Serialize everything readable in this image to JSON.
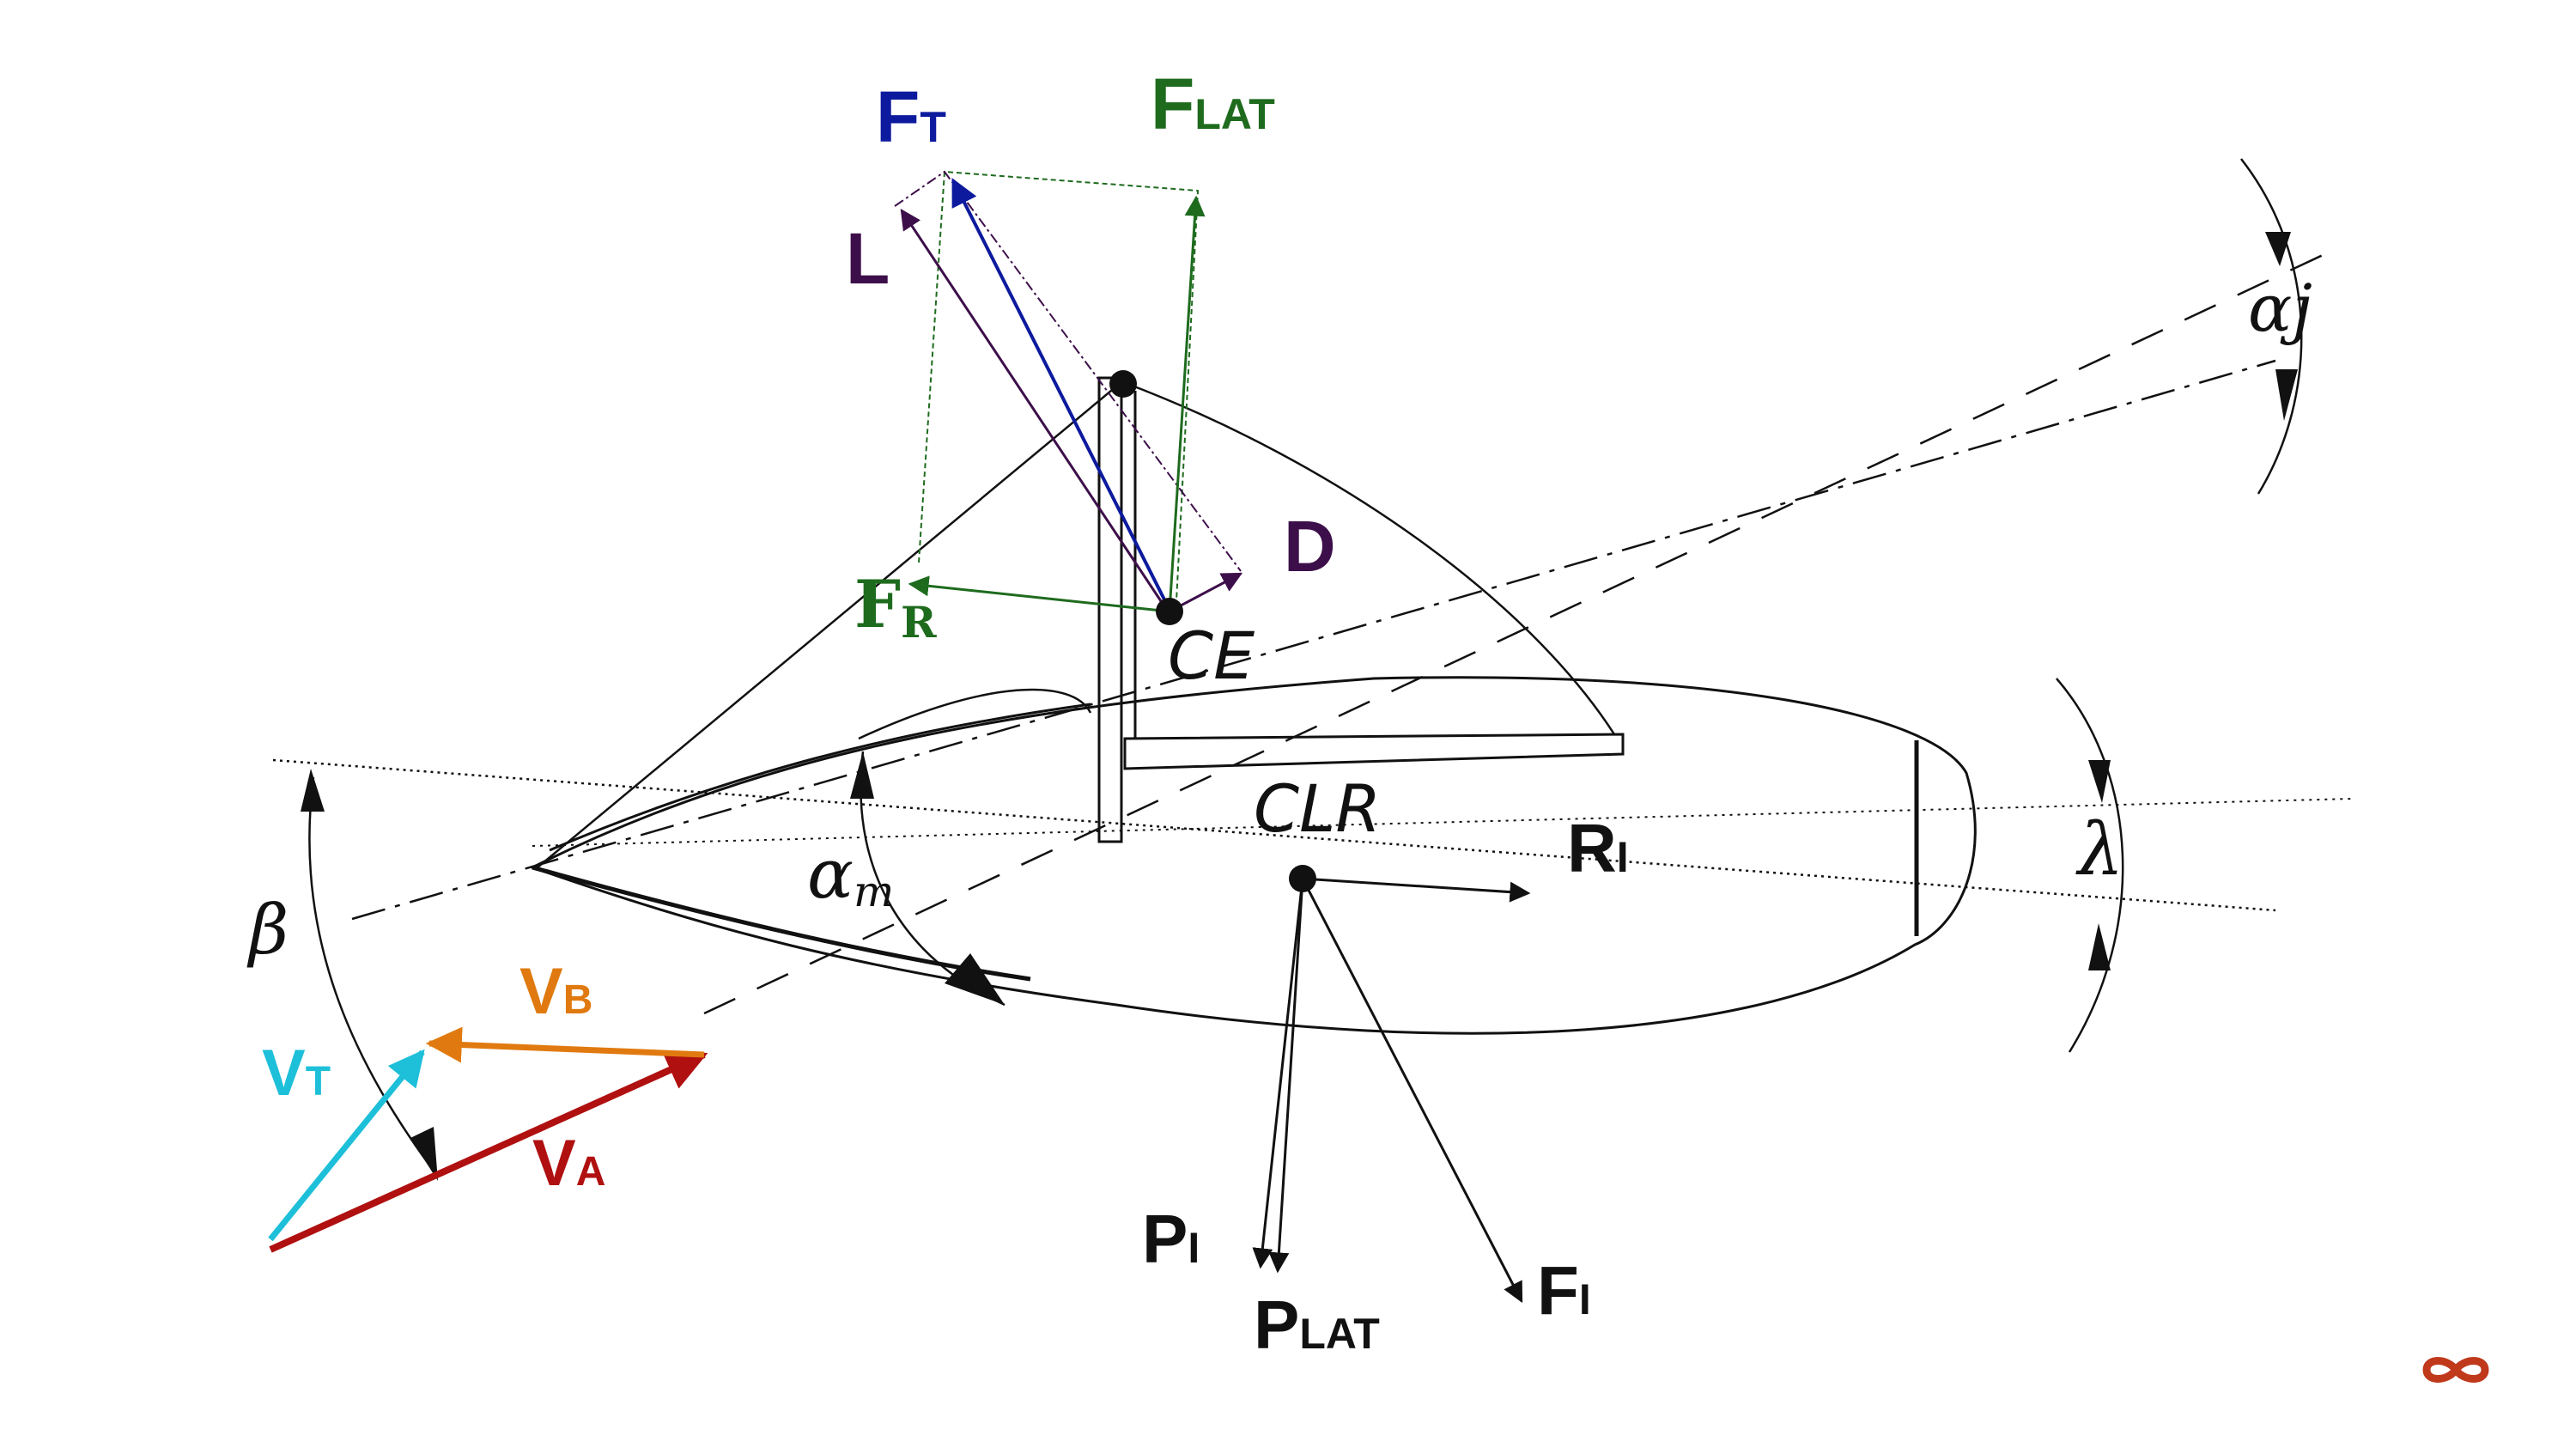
{
  "diagram": {
    "colors": {
      "background": "#ffffff",
      "line": "#111111",
      "blue": "#0d1a9e",
      "green": "#1e6b1e",
      "purple": "#3d0f4a",
      "orange": "#e07a10",
      "cyan": "#1dbfd9",
      "red": "#b01010",
      "brand": "#c0391b"
    },
    "vectors": {
      "ft": {
        "main": "F",
        "sub": "T"
      },
      "flat": {
        "main": "F",
        "sub": "LAT"
      },
      "l": {
        "main": "L"
      },
      "d": {
        "main": "D"
      },
      "fr": {
        "main": "F",
        "sub": "R"
      },
      "ri": {
        "main": "R",
        "sub": "I"
      },
      "pi": {
        "main": "P",
        "sub": "I"
      },
      "plat": {
        "main": "P",
        "sub": "LAT"
      },
      "fi": {
        "main": "F",
        "sub": "I"
      },
      "vb": {
        "main": "V",
        "sub": "B"
      },
      "vt": {
        "main": "V",
        "sub": "T"
      },
      "va": {
        "main": "V",
        "sub": "A"
      }
    },
    "points": {
      "ce": "CE",
      "clr": "CLR"
    },
    "angles": {
      "alpha_j": {
        "main": "α",
        "sub": "j"
      },
      "lambda": "λ",
      "beta": "β",
      "alpha_m": {
        "main": "α",
        "sub": "m"
      }
    },
    "brand_icon": "infinity-icon"
  }
}
